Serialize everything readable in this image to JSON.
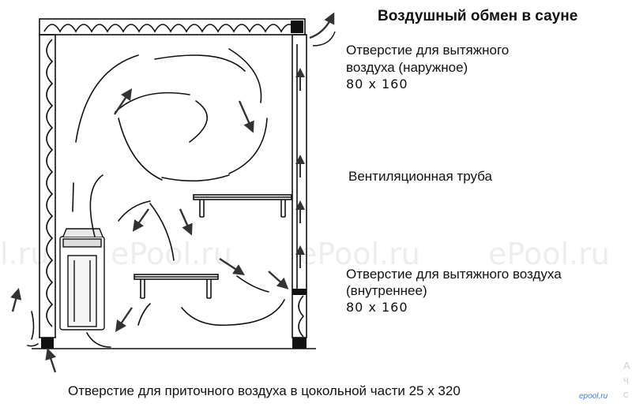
{
  "title": "Воздушный обмен в сауне",
  "labels": {
    "exhaust_outer_line1": "Отверстие для вытяжного",
    "exhaust_outer_line2": "воздуха (наружное)",
    "exhaust_outer_size": "80 x 160",
    "vent_pipe": "Вентиляционная труба",
    "exhaust_inner_line1": "Отверстие для вытяжного воздуха",
    "exhaust_inner_line2": "(внутреннее)",
    "exhaust_inner_size": "80 x 160",
    "supply": "Отверстие для приточного воздуха в цокольной части 25 x 320"
  },
  "watermarks": [
    "l.ru",
    "ePool.ru",
    "ePool.ru",
    "ePool.ru"
  ],
  "corner_logo": "epool.ru",
  "ghost_chars": [
    "A",
    "ч",
    "с"
  ]
}
